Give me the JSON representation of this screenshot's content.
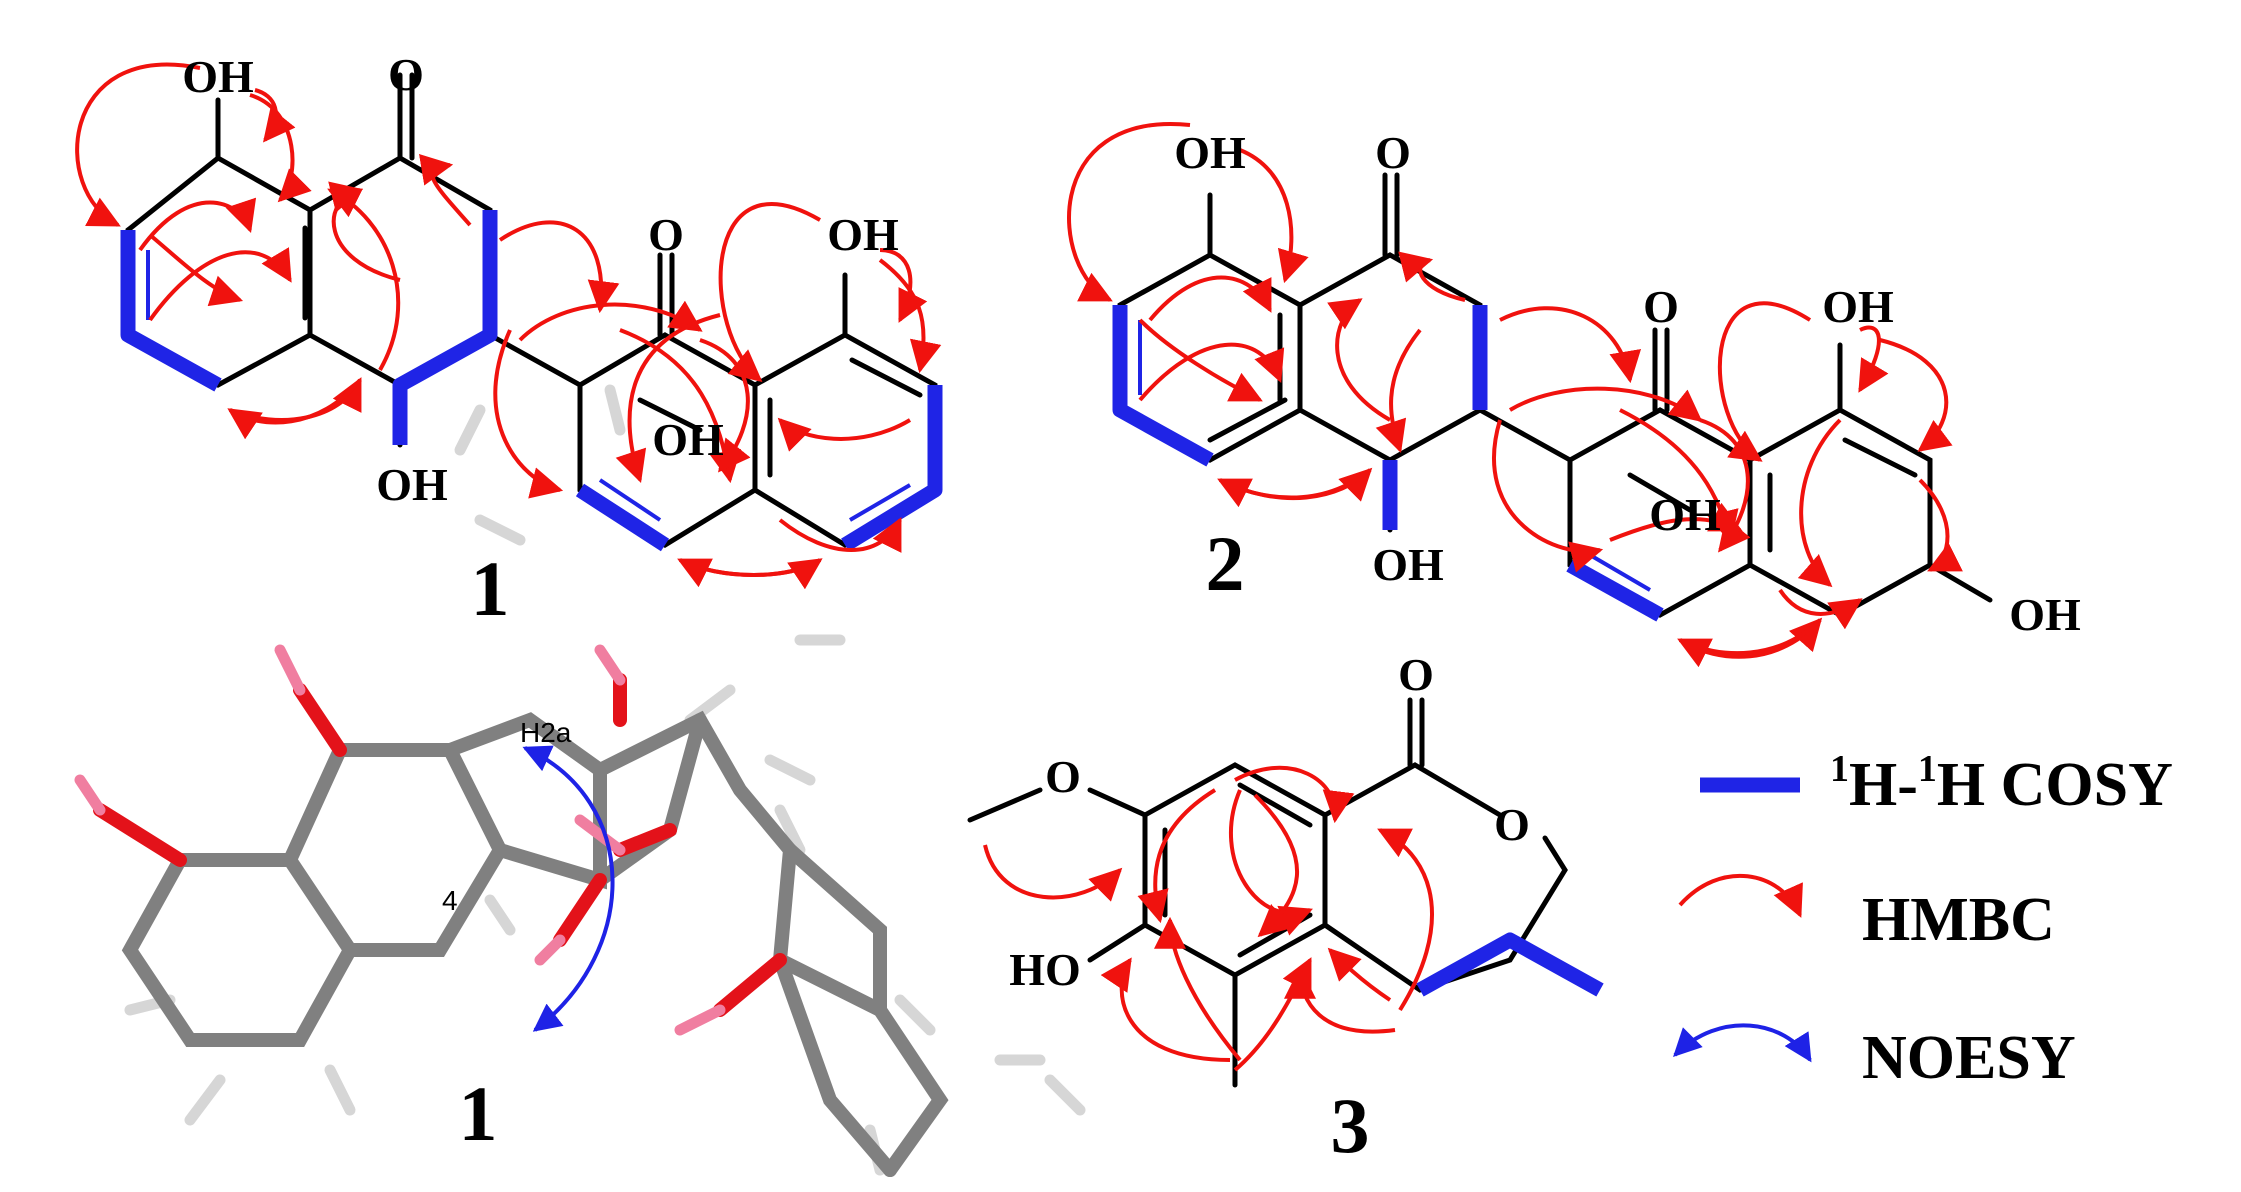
{
  "compounds": {
    "c1_label": "1",
    "c2_label": "2",
    "c3_label": "3",
    "c1_3d_label": "1"
  },
  "atom_labels": {
    "oh": "OH",
    "o": "O",
    "ho": "HO"
  },
  "model_labels": {
    "h2a": "H2a",
    "c4": "4"
  },
  "legend": {
    "cosy_sup1": "1",
    "cosy_h1": "H-",
    "cosy_sup2": "1",
    "cosy_rest": "H COSY",
    "hmbc": "HMBC",
    "noesy": "NOESY"
  },
  "colors": {
    "cosy": "#1f24e6",
    "hmbc": "#f0120e",
    "noesy": "#1e22e6",
    "carbon": "#808080",
    "oxygen": "#e3121a",
    "hydrogen": "#d6d6d6"
  }
}
